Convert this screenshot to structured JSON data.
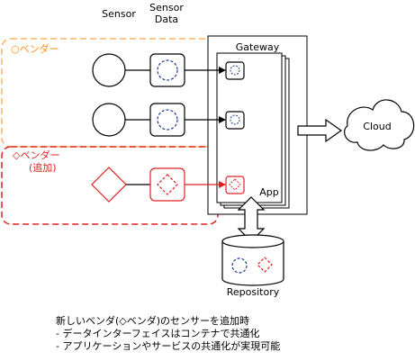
{
  "labels": {
    "sensor": "Sensor",
    "sensor_data_line1": "Sensor",
    "sensor_data_line2": "Data",
    "gateway": "Gateway",
    "cloud": "Cloud",
    "app": "App",
    "repository": "Repository"
  },
  "vendors": {
    "circle_vendor": "○ベンダー",
    "diamond_vendor_line1": "◇ベンダー",
    "diamond_vendor_line2": "(追加)"
  },
  "caption": {
    "line1": "新しいベンダ(◇ベンダ)のセンサーを追加時",
    "line2": "  - データインターフェイスはコンテナで共通化",
    "line3": "  - アプリケーションやサービスの共通化が実現可能"
  },
  "colors": {
    "orange": "#ff9933",
    "red": "#e02020",
    "blue": "#1a3a8a",
    "black": "#000000"
  }
}
